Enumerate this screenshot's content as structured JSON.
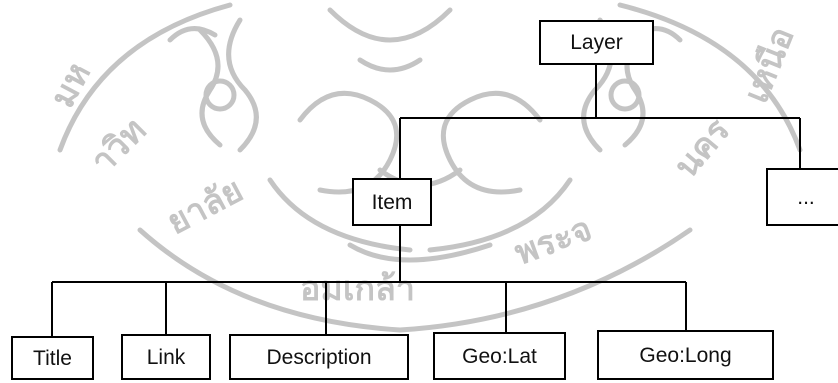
{
  "diagram": {
    "root": {
      "label": "Layer"
    },
    "level1": [
      {
        "label": "Item"
      },
      {
        "label": "..."
      }
    ],
    "level2": [
      {
        "label": "Title"
      },
      {
        "label": "Link"
      },
      {
        "label": "Description"
      },
      {
        "label": "Geo:Lat"
      },
      {
        "label": "Geo:Long"
      }
    ],
    "line_color": "#000000",
    "box_border_color": "#000000",
    "watermark_color": "#c4c4c4"
  }
}
